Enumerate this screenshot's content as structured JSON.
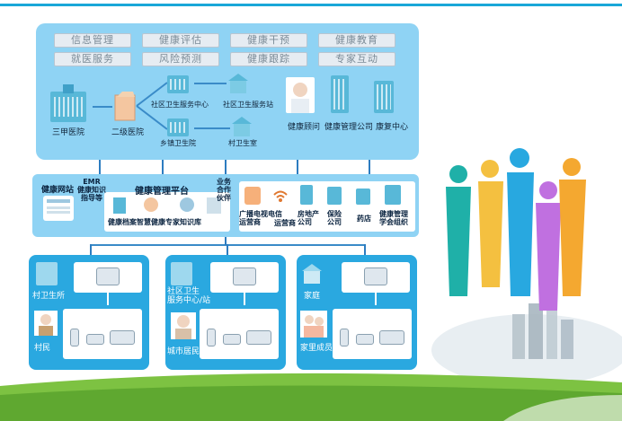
{
  "top_buttons": [
    "信息管理",
    "健康评估",
    "健康干预",
    "健康教育",
    "就医服务",
    "风险预测",
    "健康跟踪",
    "专家互动"
  ],
  "top_nodes": {
    "tier3": "三甲医院",
    "tier2": "二级医院",
    "community_center": "社区卫生服务中心",
    "community_station": "社区卫生服务站",
    "township": "乡镇卫生院",
    "village": "村卫生室",
    "consultant": "健康顾问",
    "company": "健康管理公司",
    "rehab": "康复中心"
  },
  "mid": {
    "website": "健康网站",
    "emr": "EMR\n健康知识\n指导等",
    "platform": "健康管理平台",
    "platform_sub": "健康档案智慧健康专家知识库",
    "partner": "业务\n合作\n伙伴",
    "partners": [
      "广播电视电信\n运营商",
      "运营商",
      "房地产\n公司",
      "保险\n公司",
      "药店",
      "健康管理\n学会组织"
    ]
  },
  "bottom": [
    {
      "place": "村卫生所",
      "person": "村民"
    },
    {
      "place": "社区卫生\n服务中心/站",
      "person": "城市居民"
    },
    {
      "place": "家庭",
      "person": "家里成员"
    }
  ],
  "colors": {
    "accent": "#19a7d8",
    "panel": "#8fd3f4",
    "panel_dark": "#2aa8e0",
    "ground": "#7dc242"
  }
}
